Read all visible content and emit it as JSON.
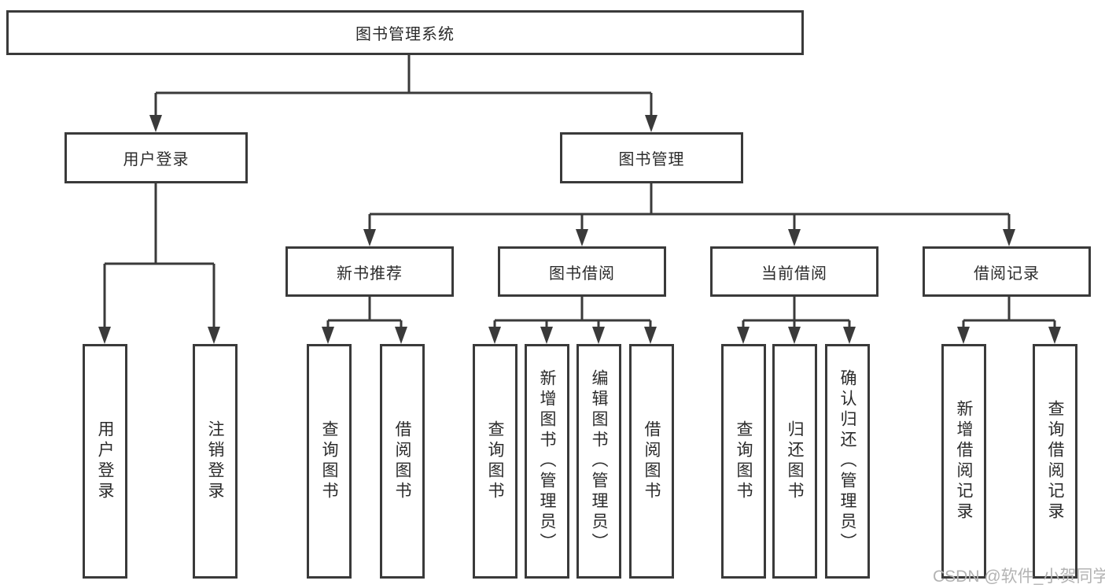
{
  "diagram": {
    "root": {
      "label": "图书管理系统"
    },
    "branches": [
      {
        "label": "用户登录",
        "children": [
          {
            "label": "用户登录"
          },
          {
            "label": "注销登录"
          }
        ]
      },
      {
        "label": "图书管理",
        "children": [
          {
            "label": "新书推荐",
            "children": [
              {
                "label": "查询图书"
              },
              {
                "label": "借阅图书"
              }
            ]
          },
          {
            "label": "图书借阅",
            "children": [
              {
                "label": "查询图书"
              },
              {
                "label": "新增图书（管理员）"
              },
              {
                "label": "编辑图书（管理员）"
              },
              {
                "label": "借阅图书"
              }
            ]
          },
          {
            "label": "当前借阅",
            "children": [
              {
                "label": "查询图书"
              },
              {
                "label": "归还图书"
              },
              {
                "label": "确认归还（管理员）"
              }
            ]
          },
          {
            "label": "借阅记录",
            "children": [
              {
                "label": "新增借阅记录"
              },
              {
                "label": "查询借阅记录"
              }
            ]
          }
        ]
      }
    ]
  },
  "watermark": {
    "text": "CSDN @软件_小贺同学"
  },
  "colors": {
    "line": "#3a3a3a",
    "text": "#2b2b2b",
    "watermark": "#b3b3b3",
    "background": "#ffffff"
  }
}
